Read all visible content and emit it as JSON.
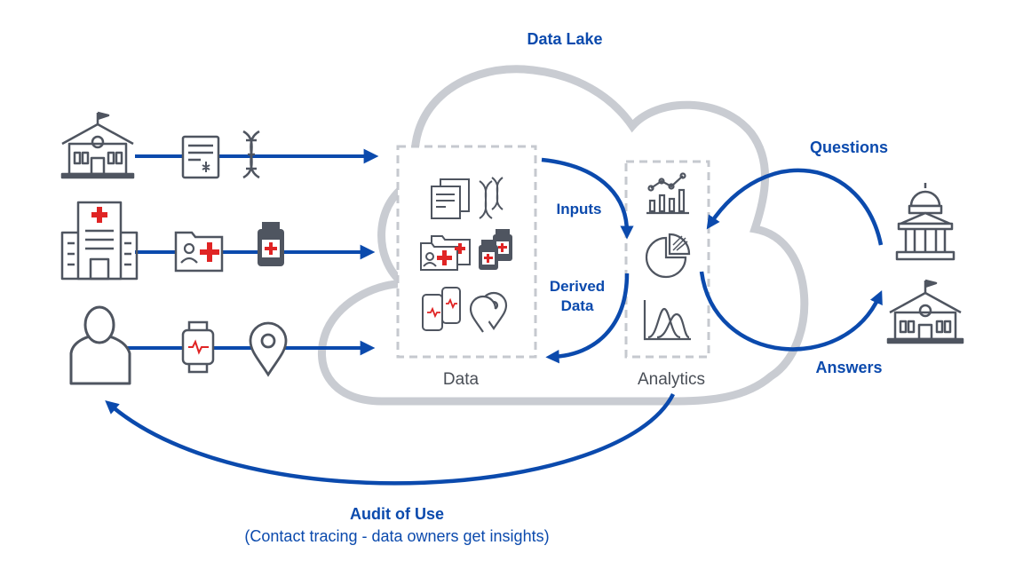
{
  "labels": {
    "data_lake": "Data Lake",
    "questions": "Questions",
    "answers": "Answers",
    "inputs": "Inputs",
    "derived_line1": "Derived",
    "derived_line2": "Data",
    "data": "Data",
    "analytics": "Analytics",
    "audit_title": "Audit of Use",
    "audit_subtitle": "(Contact tracing - data owners get insights)"
  },
  "colors": {
    "accent_blue": "#0b4aad",
    "icon_gray": "#4f5560",
    "cloud_gray": "#c9ccd2",
    "medical_red": "#e02424"
  },
  "sources": [
    {
      "name": "school",
      "icons": [
        "document-icon",
        "dna-icon"
      ]
    },
    {
      "name": "hospital",
      "icons": [
        "medical-folder-icon",
        "medicine-bottle-icon"
      ]
    },
    {
      "name": "person",
      "icons": [
        "smartwatch-icon",
        "location-pin-icon"
      ]
    }
  ],
  "consumers": [
    "capitol-icon",
    "school-icon"
  ],
  "analytics_icons": [
    "line-chart-icon",
    "pie-chart-icon",
    "distribution-chart-icon"
  ]
}
